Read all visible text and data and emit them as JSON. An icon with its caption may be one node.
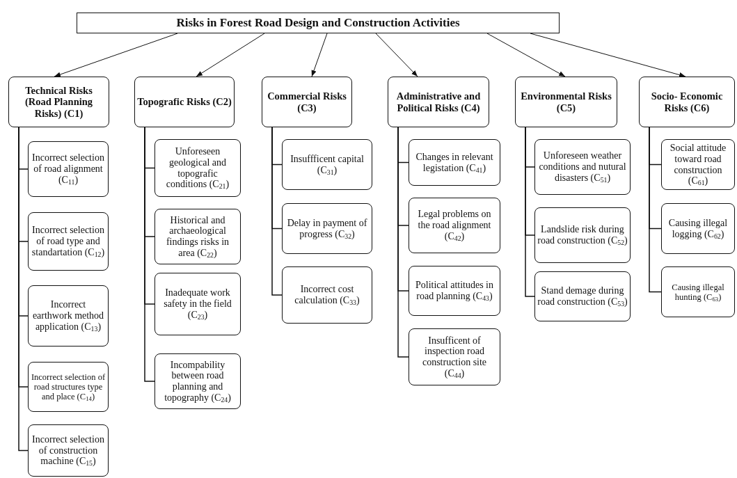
{
  "diagram": {
    "nodes": [
      {
        "text": [
          "Risks in Forest Road Design and Construction Activities"
        ]
      },
      {
        "text": [
          "Technical Risks (Road Planning Risks) (C1)"
        ]
      },
      {
        "text": [
          "Topografic Risks (C2)"
        ]
      },
      {
        "text": [
          "Commercial Risks (C3)"
        ]
      },
      {
        "text": [
          "Administrative and Political Risks (C4)"
        ]
      },
      {
        "text": [
          "Environmental Risks (C5)"
        ]
      },
      {
        "text": [
          "Socio- Economic Risks (C6)"
        ]
      },
      {
        "text": [
          "Incorrect selection of road alignment (C$_{11}$)"
        ]
      },
      {
        "text": [
          "Incorrect selection of road type and standartation (C$_{12}$)"
        ]
      },
      {
        "text": [
          "Incorrect earthwork method application (C$_{13}$)"
        ]
      },
      {
        "text": [
          "Incorrect selection of road structures type and  place (C$_{14}$)"
        ]
      },
      {
        "text": [
          "Incorrect selection of construction machine (C$_{15}$)"
        ]
      },
      {
        "text": [
          "Unforeseen geological and topografic conditions (C$_{21}$)"
        ]
      },
      {
        "text": [
          "Historical and archaeological findings risks in area (C$_{22}$)"
        ]
      },
      {
        "text": [
          "Inadequate work safety in  the field (C$_{23}$)"
        ]
      },
      {
        "text": [
          "Incompability between road planning and topography (C$_{24}$)"
        ]
      },
      {
        "text": [
          "Insuffficent capital (C$_{31}$)"
        ]
      },
      {
        "text": [
          "Delay in payment of progress (C$_{32}$)"
        ]
      },
      {
        "text": [
          "Incorrect cost calculation (C$_{33}$)"
        ]
      },
      {
        "text": [
          "Changes in relevant legistation (C$_{41}$)"
        ]
      },
      {
        "text": [
          "Legal problems on the road alignment (C$_{42}$)"
        ]
      },
      {
        "text": [
          "Political attitudes in road planning (C$_{43}$)"
        ]
      },
      {
        "text": [
          "Insufficent of inspection road construction site (C$_{44}$)"
        ]
      },
      {
        "text": [
          "Unforeseen weather conditions and nutural disasters (C$_{51}$)"
        ]
      },
      {
        "text": [
          "Landslide risk during road construction (C$_{52}$)"
        ]
      },
      {
        "text": [
          "Stand demage during road construction (C$_{53}$)"
        ]
      },
      {
        "text": [
          "Social attitude toward road construction (C$_{61}$)"
        ]
      },
      {
        "text": [
          "Causing illegal logging (C$_{62}$)"
        ]
      },
      {
        "text": [
          "Causing illegal hunting (C$_{63}$)"
        ]
      }
    ],
    "edges": [
      {
        "from": 0,
        "to": 1,
        "arrow": "to"
      },
      {
        "from": 0,
        "to": 2,
        "arrow": "to"
      },
      {
        "from": 0,
        "to": 3,
        "arrow": "to"
      },
      {
        "from": 0,
        "to": 4,
        "arrow": "to"
      },
      {
        "from": 0,
        "to": 5,
        "arrow": "to"
      },
      {
        "from": 0,
        "to": 6,
        "arrow": "to"
      },
      {
        "from": 1,
        "to": 7,
        "arrow": "none"
      },
      {
        "from": 1,
        "to": 8,
        "arrow": "none"
      },
      {
        "from": 1,
        "to": 9,
        "arrow": "none"
      },
      {
        "from": 1,
        "to": 10,
        "arrow": "none"
      },
      {
        "from": 1,
        "to": 11,
        "arrow": "none"
      },
      {
        "from": 2,
        "to": 12,
        "arrow": "none"
      },
      {
        "from": 2,
        "to": 13,
        "arrow": "none"
      },
      {
        "from": 2,
        "to": 14,
        "arrow": "none"
      },
      {
        "from": 2,
        "to": 15,
        "arrow": "none"
      },
      {
        "from": 3,
        "to": 16,
        "arrow": "none"
      },
      {
        "from": 3,
        "to": 17,
        "arrow": "none"
      },
      {
        "from": 3,
        "to": 18,
        "arrow": "none"
      },
      {
        "from": 4,
        "to": 19,
        "arrow": "none"
      },
      {
        "from": 4,
        "to": 20,
        "arrow": "none"
      },
      {
        "from": 4,
        "to": 21,
        "arrow": "none"
      },
      {
        "from": 4,
        "to": 22,
        "arrow": "none"
      },
      {
        "from": 5,
        "to": 23,
        "arrow": "none"
      },
      {
        "from": 5,
        "to": 24,
        "arrow": "none"
      },
      {
        "from": 5,
        "to": 25,
        "arrow": "none"
      },
      {
        "from": 6,
        "to": 26,
        "arrow": "none"
      },
      {
        "from": 6,
        "to": 27,
        "arrow": "none"
      },
      {
        "from": 6,
        "to": 28,
        "arrow": "none"
      }
    ]
  }
}
